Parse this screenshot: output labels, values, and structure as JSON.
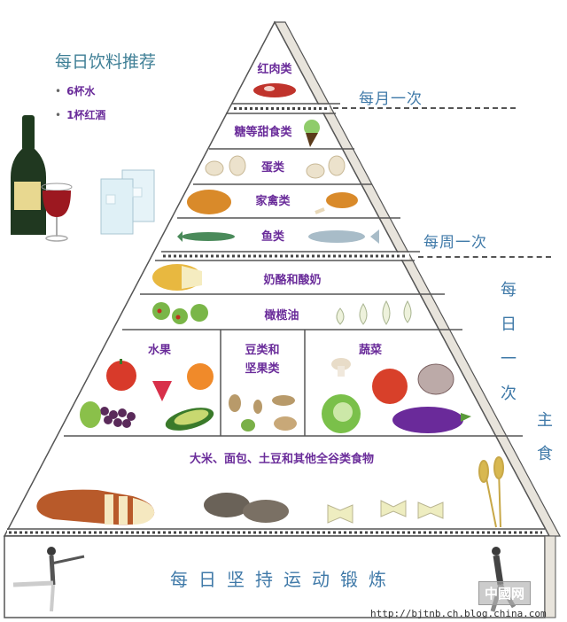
{
  "drinks": {
    "title": "每日饮料推荐",
    "items": [
      {
        "bullet": "•",
        "label": "6杯水"
      },
      {
        "bullet": "•",
        "label": "1杯红酒"
      }
    ],
    "icons": [
      "wine-bottle-icon",
      "wine-glass-icon",
      "water-glasses-icon"
    ]
  },
  "pyramid": {
    "tiers": [
      {
        "id": "red-meat",
        "label": "红肉类",
        "foods": [
          "steak"
        ]
      },
      {
        "id": "sweets",
        "label": "糖等甜食类",
        "foods": [
          "ice-cream-cone"
        ]
      },
      {
        "id": "eggs",
        "label": "蛋类",
        "foods": [
          "eggs",
          "eggs"
        ]
      },
      {
        "id": "poultry",
        "label": "家禽类",
        "foods": [
          "roast-chicken",
          "chicken-leg"
        ]
      },
      {
        "id": "fish",
        "label": "鱼类",
        "foods": [
          "fish",
          "fish"
        ]
      },
      {
        "id": "dairy",
        "label": "奶酪和酸奶",
        "foods": [
          "cheese"
        ]
      },
      {
        "id": "olive-oil",
        "label": "橄榄油",
        "foods": [
          "olives",
          "olive-oil-drops"
        ]
      },
      {
        "id": "fruit",
        "label": "水果",
        "foods": [
          "apple",
          "strawberry",
          "apricot",
          "grapes",
          "avocado"
        ]
      },
      {
        "id": "legumes-nuts",
        "label": "豆类和",
        "label2": "坚果类",
        "foods": [
          "beans",
          "nuts",
          "peanuts"
        ]
      },
      {
        "id": "vegetables",
        "label": "蔬菜",
        "foods": [
          "mushroom",
          "tomato",
          "onion",
          "cabbage",
          "eggplant"
        ]
      },
      {
        "id": "grains",
        "label": "大米、面包、土豆和其他全谷类食物",
        "foods": [
          "bread",
          "potatoes",
          "pasta",
          "wheat"
        ]
      }
    ]
  },
  "frequency": {
    "monthly": "每月一次",
    "weekly": "每周一次",
    "daily": [
      "每",
      "日",
      "一",
      "次"
    ],
    "staple": [
      "主",
      "食"
    ]
  },
  "base": {
    "label": "每日坚持运动锻炼"
  },
  "watermark": {
    "logo": "中國网",
    "url": "http://bjtnb.ch.blog.china.com"
  },
  "colors": {
    "label_purple": "#6a2c9a",
    "label_blue": "#3f79a8",
    "pyramid_line": "#555555",
    "side_band": "#e8e4dc"
  }
}
